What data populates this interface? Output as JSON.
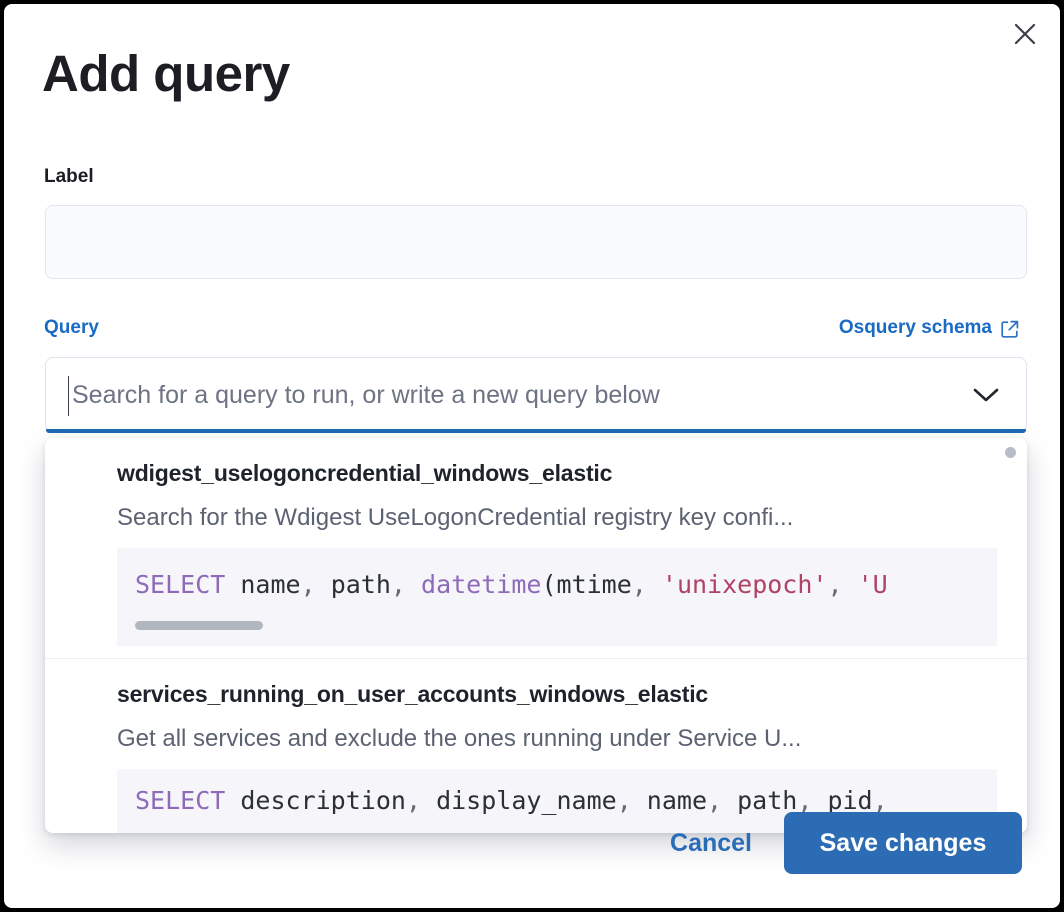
{
  "modal": {
    "title": "Add query",
    "close_icon": "close-icon"
  },
  "label_field": {
    "label": "Label",
    "value": "",
    "placeholder": ""
  },
  "query_section": {
    "label": "Query",
    "schema_link": "Osquery schema",
    "schema_link_icon": "external-link-icon",
    "combo_placeholder": "Search for a query to run, or write a new query below",
    "combo_value": "",
    "chevron_icon": "chevron-down-icon"
  },
  "dropdown": {
    "items": [
      {
        "title": "wdigest_uselogoncredential_windows_elastic",
        "description": "Search for the Wdigest UseLogonCredential registry key confi...",
        "code_tokens": [
          {
            "t": "SELECT",
            "c": "kw"
          },
          {
            "t": " ",
            "c": "id"
          },
          {
            "t": "name",
            "c": "id"
          },
          {
            "t": ", ",
            "c": "pun"
          },
          {
            "t": "path",
            "c": "id"
          },
          {
            "t": ", ",
            "c": "pun"
          },
          {
            "t": "datetime",
            "c": "fn"
          },
          {
            "t": "(",
            "c": "id"
          },
          {
            "t": "mtime",
            "c": "id"
          },
          {
            "t": ", ",
            "c": "pun"
          },
          {
            "t": "'unixepoch'",
            "c": "str"
          },
          {
            "t": ", ",
            "c": "pun"
          },
          {
            "t": "'U",
            "c": "str"
          }
        ]
      },
      {
        "title": "services_running_on_user_accounts_windows_elastic",
        "description": "Get all services and exclude the ones running under Service U...",
        "code_tokens": [
          {
            "t": "SELECT",
            "c": "kw"
          },
          {
            "t": " ",
            "c": "id"
          },
          {
            "t": "description",
            "c": "id"
          },
          {
            "t": ", ",
            "c": "pun"
          },
          {
            "t": "display_name",
            "c": "id"
          },
          {
            "t": ", ",
            "c": "pun"
          },
          {
            "t": "name",
            "c": "id"
          },
          {
            "t": ", ",
            "c": "pun"
          },
          {
            "t": "path",
            "c": "id"
          },
          {
            "t": ", ",
            "c": "pun"
          },
          {
            "t": "pid",
            "c": "id"
          },
          {
            "t": ",",
            "c": "pun"
          }
        ]
      }
    ]
  },
  "footer": {
    "cancel_label": "Cancel",
    "save_label": "Save changes"
  },
  "colors": {
    "accent_blue": "#1a6bc4",
    "button_blue": "#2c6cb4",
    "focus_underline": "#1f69b5",
    "title_dark": "#1d1e24",
    "code_keyword": "#8d6bb8",
    "code_string": "#b04263",
    "code_bg": "#f5f5fa"
  }
}
